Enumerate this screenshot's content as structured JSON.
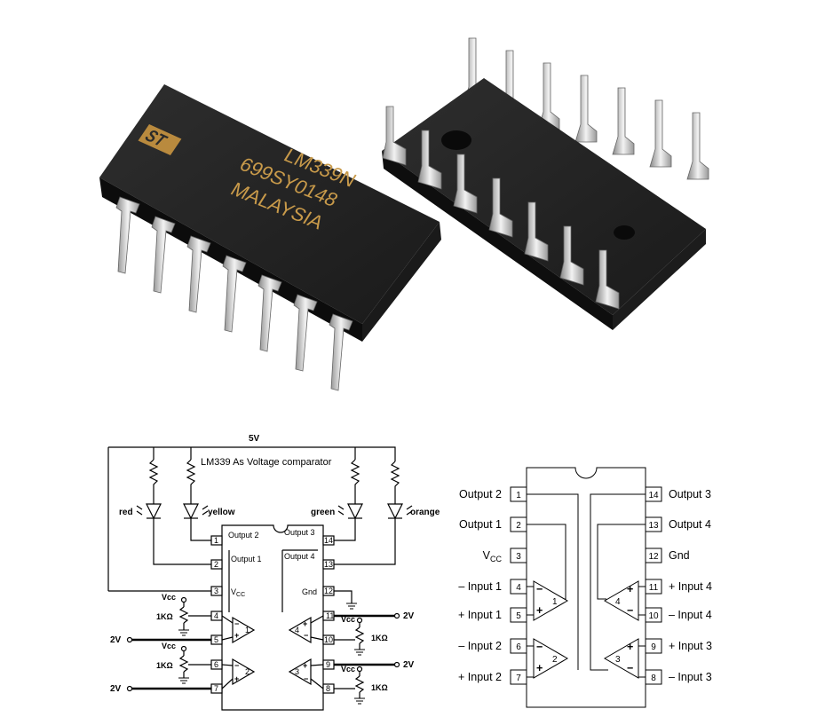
{
  "photo": {
    "chip_line1": "LM339N",
    "chip_line2": "699SY0148",
    "chip_line3": "MALAYSIA",
    "logo": "ST"
  },
  "circuit": {
    "title": "LM339 As Voltage comparator",
    "supply": "5V",
    "leds": [
      "red",
      "yellow",
      "green",
      "orange"
    ],
    "vcc": "Vcc",
    "resistor": "1KΩ",
    "input_voltage": "2V",
    "out2": "Output 2",
    "out1": "Output 1",
    "out3": "Output 3",
    "out4": "Output 4",
    "vcc_inner": "V",
    "vcc_sub": "CC",
    "gnd": "Gnd",
    "comp": [
      "1",
      "2",
      "3",
      "4"
    ]
  },
  "pinout": {
    "left": [
      "Output 2",
      "Output 1",
      "V",
      "– Input 1",
      "+ Input 1",
      "– Input 2",
      "+ Input 2"
    ],
    "vcc_sub": "CC",
    "right": [
      "Output 3",
      "Output 4",
      "Gnd",
      "+ Input 4",
      "– Input 4",
      "+ Input 3",
      "– Input 3"
    ],
    "pins_left": [
      "1",
      "2",
      "3",
      "4",
      "5",
      "6",
      "7"
    ],
    "pins_right": [
      "14",
      "13",
      "12",
      "11",
      "10",
      "9",
      "8"
    ],
    "comp": [
      "1",
      "2",
      "3",
      "4"
    ]
  }
}
